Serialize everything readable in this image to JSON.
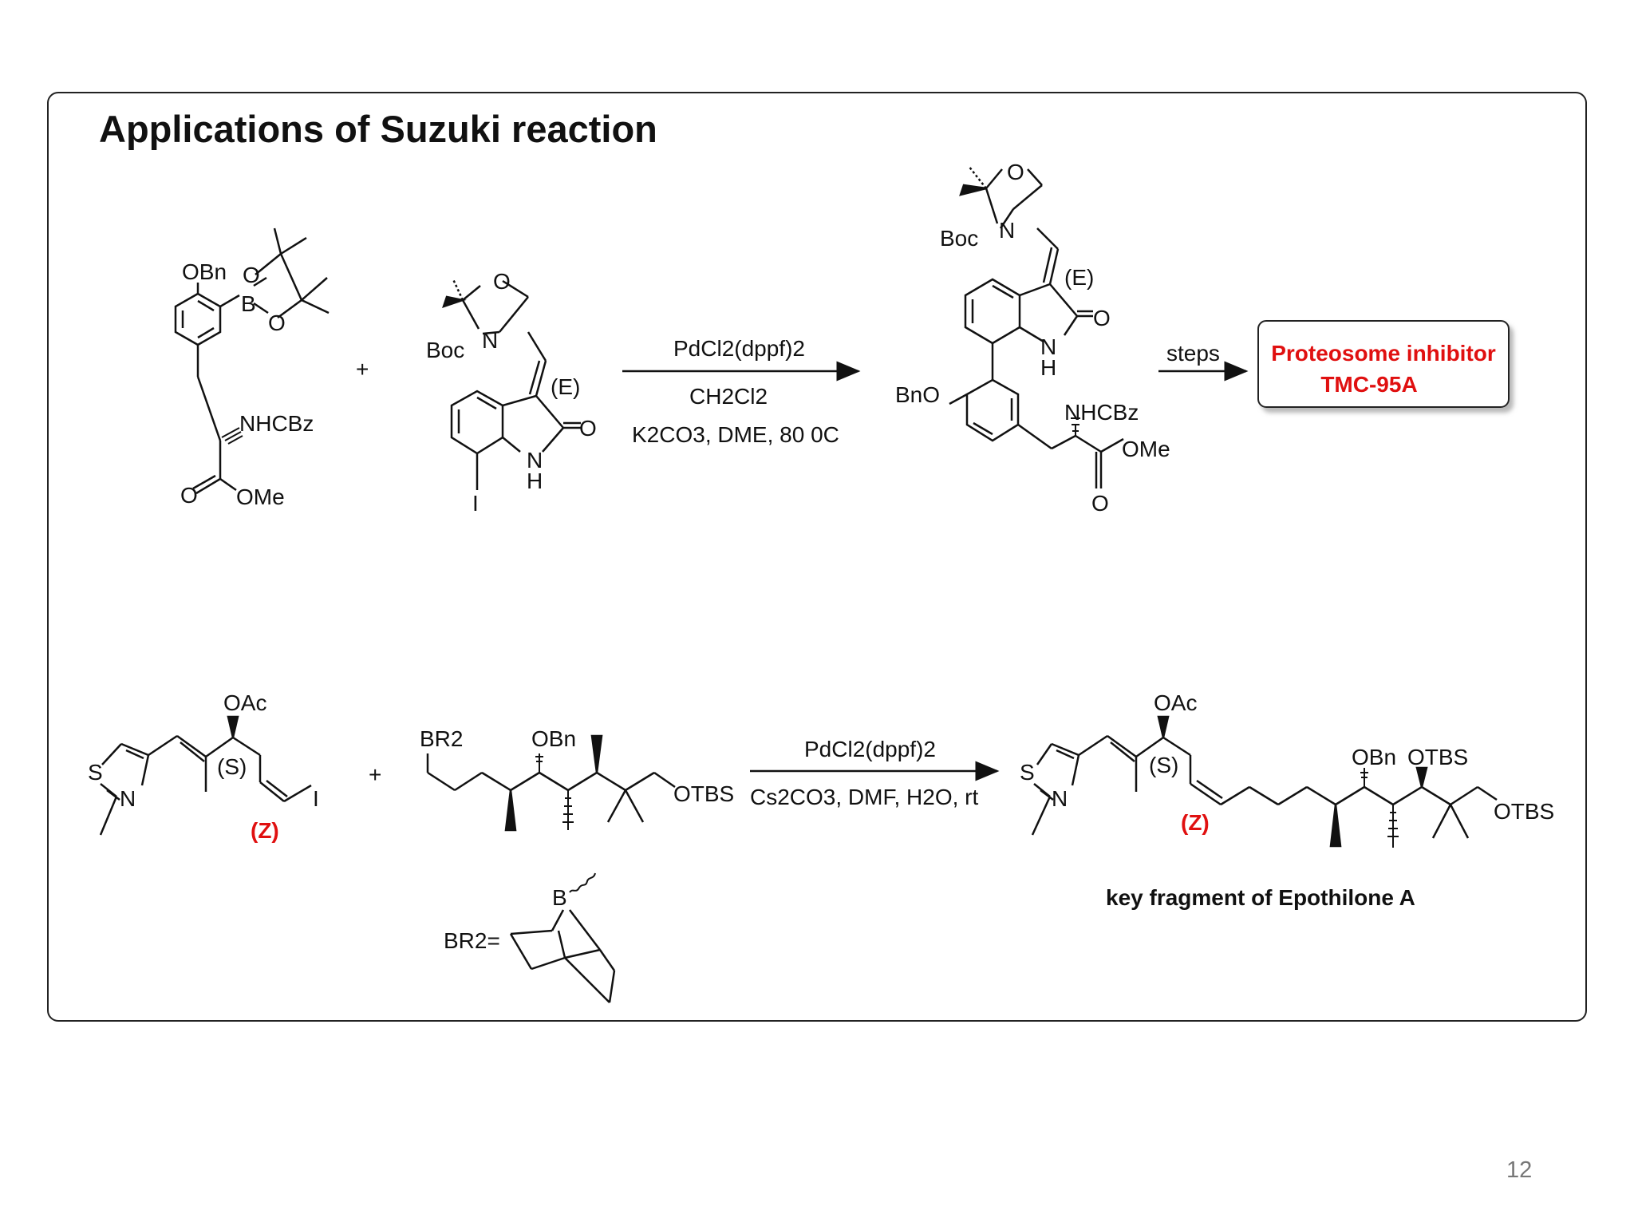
{
  "slide": {
    "title": "Applications of Suzuki reaction",
    "page_number": "12"
  },
  "scheme1": {
    "plus": "+",
    "reactant1": {
      "labels": [
        "OBn",
        "O",
        "B",
        "O",
        "NHCBz",
        "O",
        "OMe"
      ]
    },
    "reactant2": {
      "labels": [
        "O",
        "Boc",
        "N",
        "(E)",
        "O",
        "N",
        "H",
        "I"
      ]
    },
    "conditions": {
      "reagent": "PdCl2(dppf)2",
      "solvent": "CH2Cl2",
      "base": "K2CO3, DME, 80 0C"
    },
    "product": {
      "labels": [
        "O",
        "Boc",
        "N",
        "(E)",
        "O",
        "N",
        "H",
        "BnO",
        "NHCBz",
        "OMe",
        "O"
      ]
    },
    "steps_label": "steps",
    "target": {
      "line1": "Proteosome inhibitor",
      "line2": "TMC-95A"
    }
  },
  "scheme2": {
    "plus": "+",
    "reactant1": {
      "labels": [
        "OAc",
        "S",
        "N",
        "(S)",
        "(Z)",
        "I"
      ]
    },
    "reactant2": {
      "labels": [
        "BR2",
        "OBn",
        "OTBS"
      ]
    },
    "br2_definition": {
      "labels": [
        "BR2=",
        "B"
      ]
    },
    "conditions": {
      "reagent": "PdCl2(dppf)2",
      "base": "Cs2CO3, DMF, H2O, rt"
    },
    "product": {
      "labels": [
        "OAc",
        "S",
        "N",
        "(S)",
        "(Z)",
        "OBn",
        "OTBS",
        "OTBS"
      ],
      "caption": "key fragment of Epothilone A"
    }
  },
  "colors": {
    "highlight": "#e01010",
    "ink": "#111111",
    "frame": "#222222"
  }
}
